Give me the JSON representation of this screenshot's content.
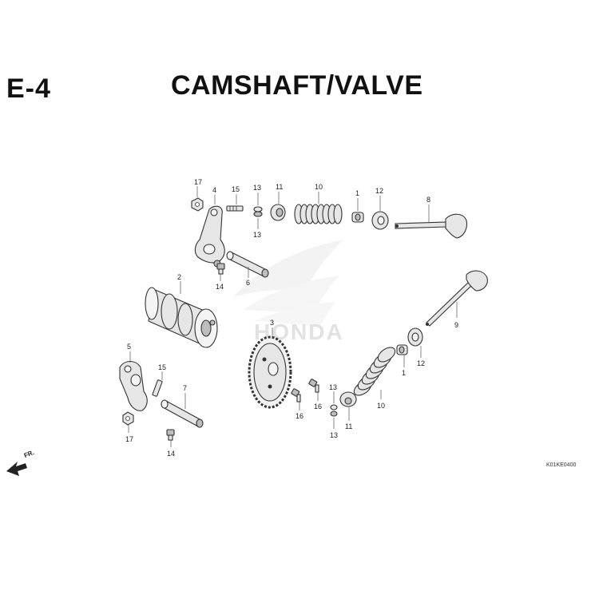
{
  "header": {
    "section_code": "E-4",
    "title": "CAMSHAFT/VALVE"
  },
  "callouts": {
    "c17_top": "17",
    "c4": "4",
    "c15_top": "15",
    "c13_top_a": "13",
    "c13_top_b": "13",
    "c11_top": "11",
    "c10_top": "10",
    "c1_top": "1",
    "c12_top": "12",
    "c8": "8",
    "c2": "2",
    "c14_top": "14",
    "c6": "6",
    "c3": "3",
    "c9": "9",
    "c5": "5",
    "c15_bottom": "15",
    "c7": "7",
    "c17_bottom": "17",
    "c14_bottom": "14",
    "c16_a": "16",
    "c16_b": "16",
    "c13_bottom_a": "13",
    "c13_bottom_b": "13",
    "c11_bottom": "11",
    "c10_bottom": "10",
    "c1_bottom": "1",
    "c12_bottom": "12"
  },
  "watermark": "HONDA",
  "front_label": "FR.",
  "drawing_code": "K01KE0400",
  "colors": {
    "ink": "#111111",
    "part_fill": "#e6e6e6",
    "watermark": "#ededed"
  }
}
